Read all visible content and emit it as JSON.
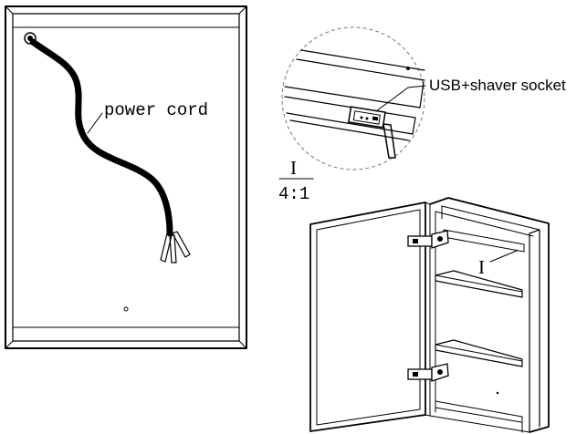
{
  "labels": {
    "power_cord": "power cord",
    "usb_socket": "USB+shaver socket",
    "detail_marker": "I",
    "detail_marker_interior": "I",
    "scale_ratio": "4:1"
  },
  "colors": {
    "line": "#000000",
    "background": "#ffffff",
    "dashed_circle": "#777777",
    "cord_tip_gray": "#dddddd"
  },
  "icons": {
    "cord_plug": "cord-origin-icon",
    "sensor_dot": "sensor-dot-icon",
    "socket": "socket-icon"
  }
}
